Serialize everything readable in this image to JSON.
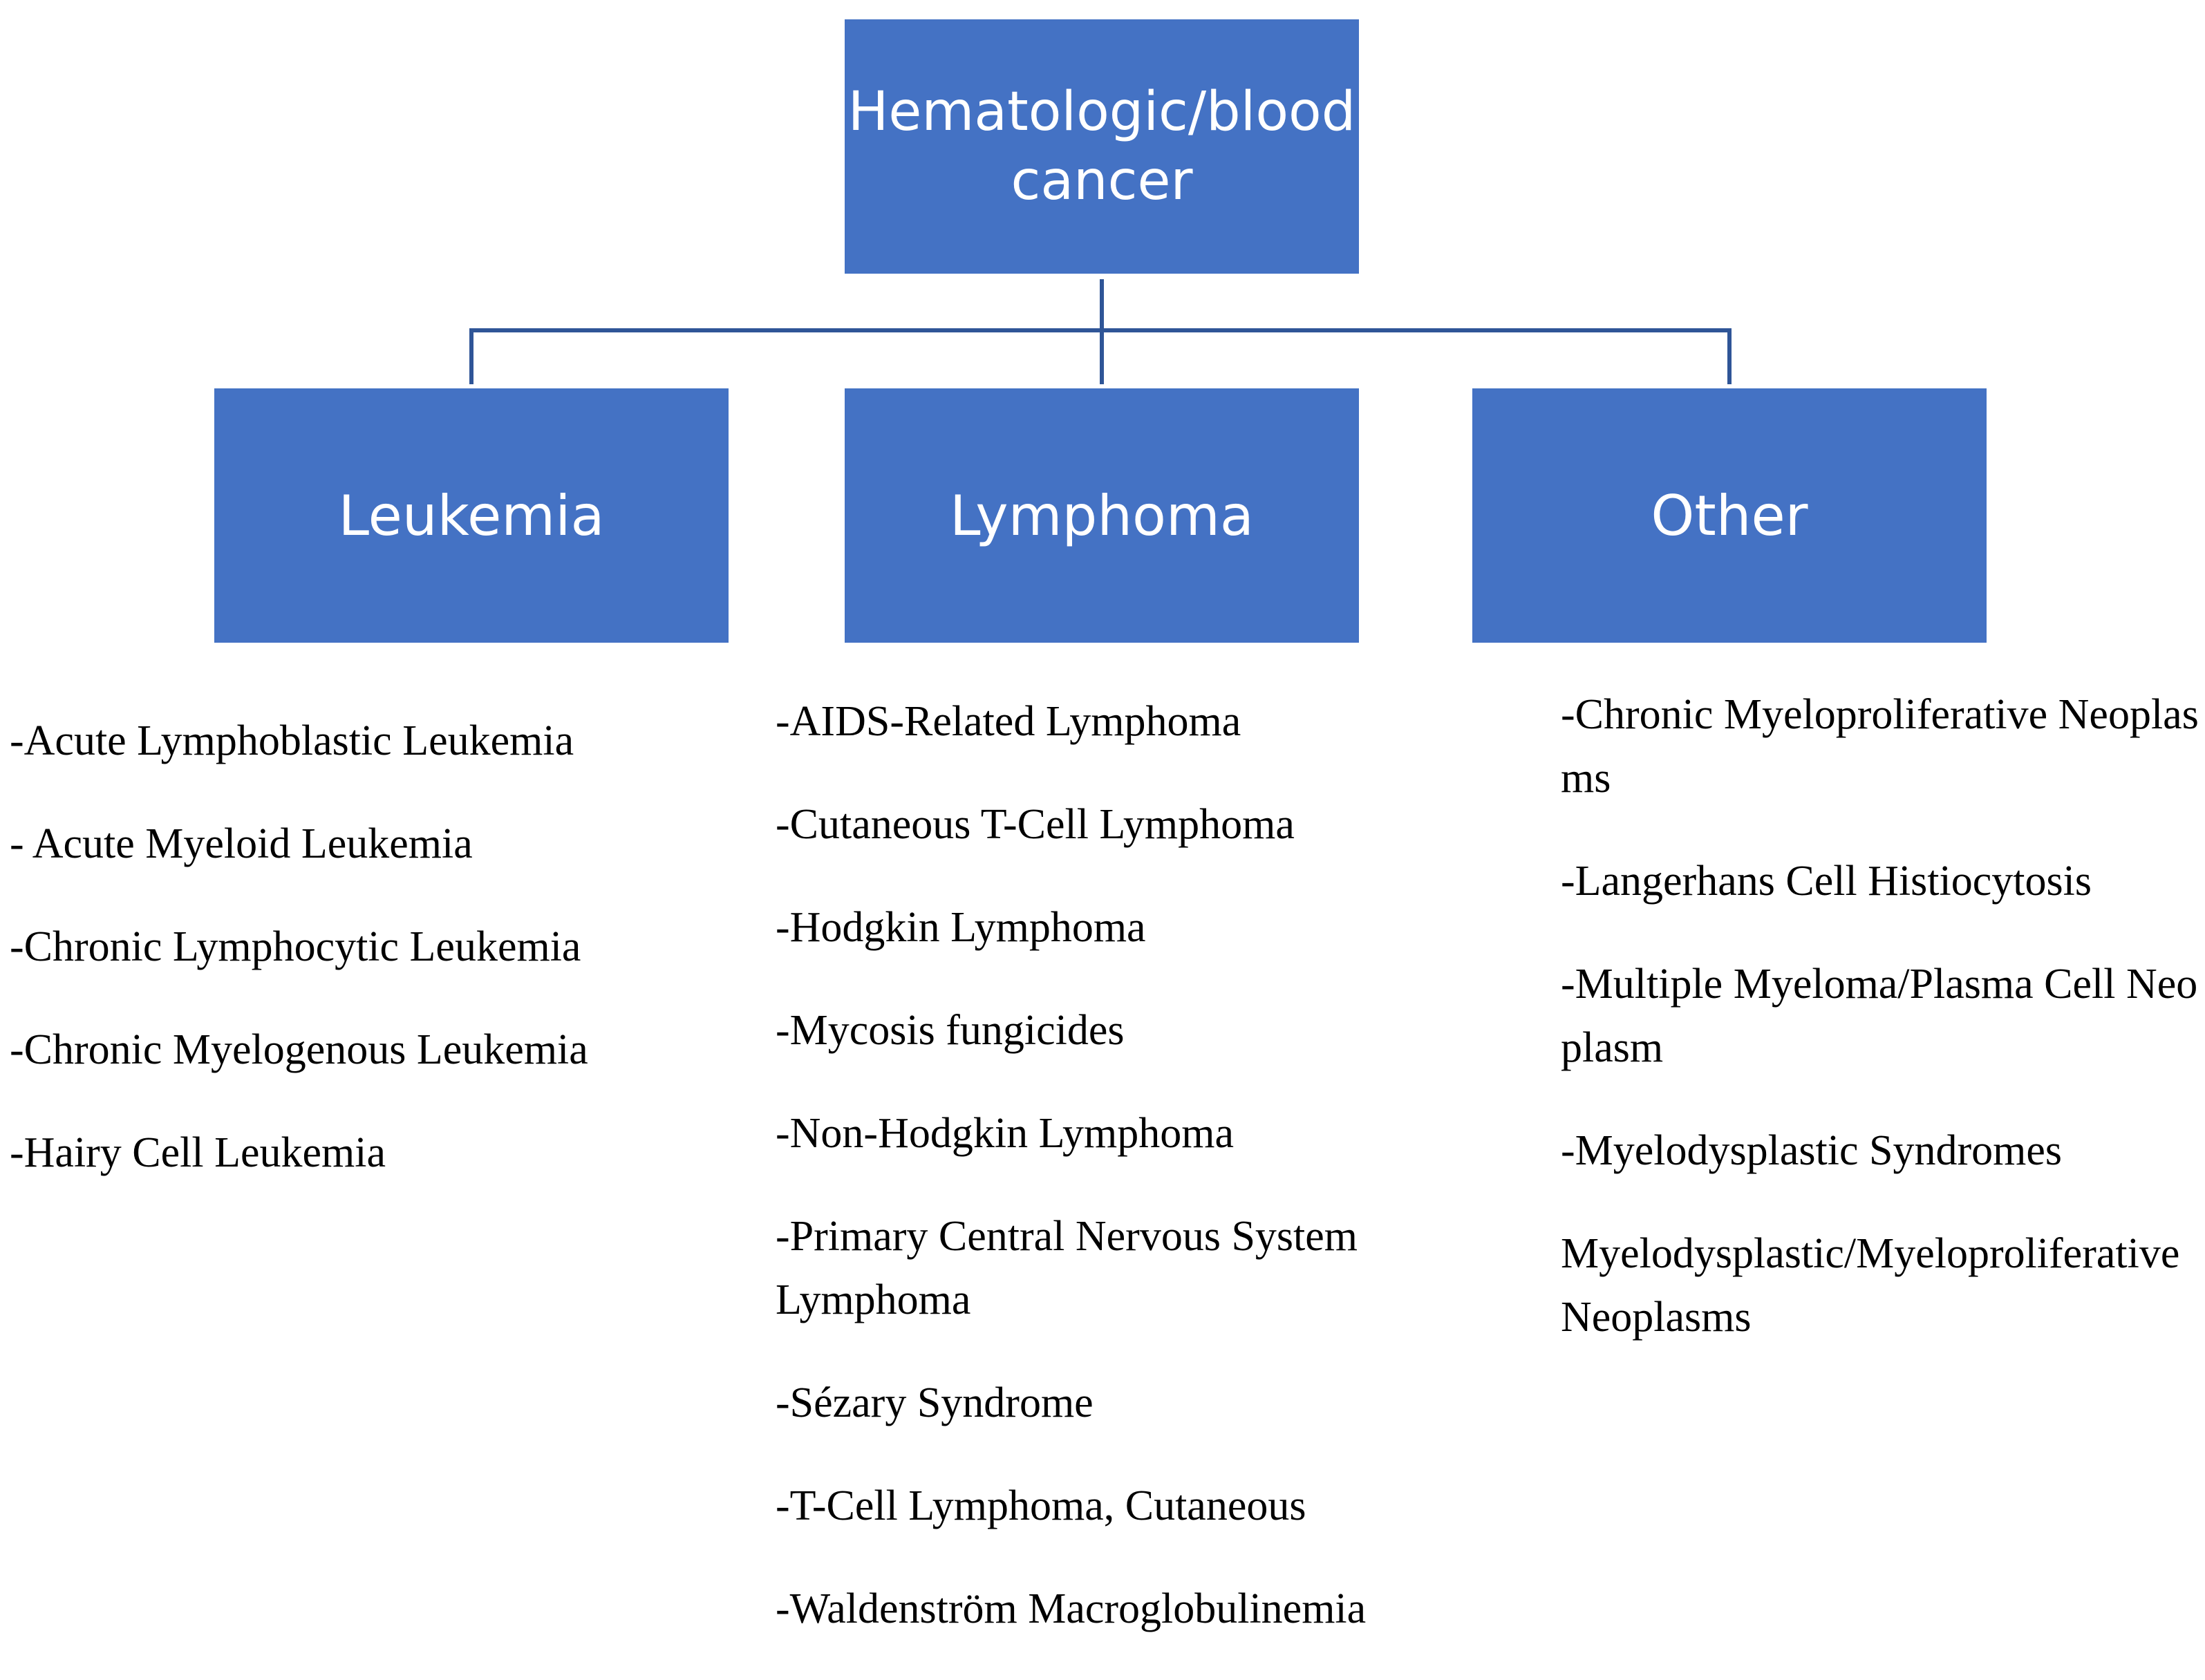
{
  "diagram": {
    "root": {
      "label": "Hematologic/blood cancer",
      "lines": [
        "Hematologic/blood",
        "cancer"
      ]
    },
    "colors": {
      "box_fill": "#4472C4",
      "connector": "#2F5597",
      "box_text": "#FFFFFF"
    },
    "categories": [
      {
        "label": "Leukemia",
        "items": [
          "-Acute Lymphoblastic Leukemia",
          "- Acute Myeloid Leukemia",
          "-Chronic Lymphocytic Leukemia",
          "-Chronic Myelogenous Leukemia",
          "-Hairy Cell Leukemia"
        ]
      },
      {
        "label": "Lymphoma",
        "items": [
          "-AIDS-Related Lymphoma",
          "-Cutaneous T-Cell Lymphoma",
          "-Hodgkin Lymphoma",
          "-Mycosis fungicides",
          "-Non-Hodgkin Lymphoma",
          "-Primary Central Nervous System Lymphoma",
          "-Sézary Syndrome",
          "-T-Cell Lymphoma, Cutaneous",
          "-Waldenström Macroglobulinemia"
        ]
      },
      {
        "label": "Other",
        "items": [
          "-Chronic Myeloproliferative Neoplasms",
          "-Langerhans Cell Histiocytosis",
          "-Multiple Myeloma/Plasma Cell Neoplasm",
          "-Myelodysplastic Syndromes",
          "Myelodysplastic/Myeloproliferative Neoplasms"
        ]
      }
    ]
  }
}
